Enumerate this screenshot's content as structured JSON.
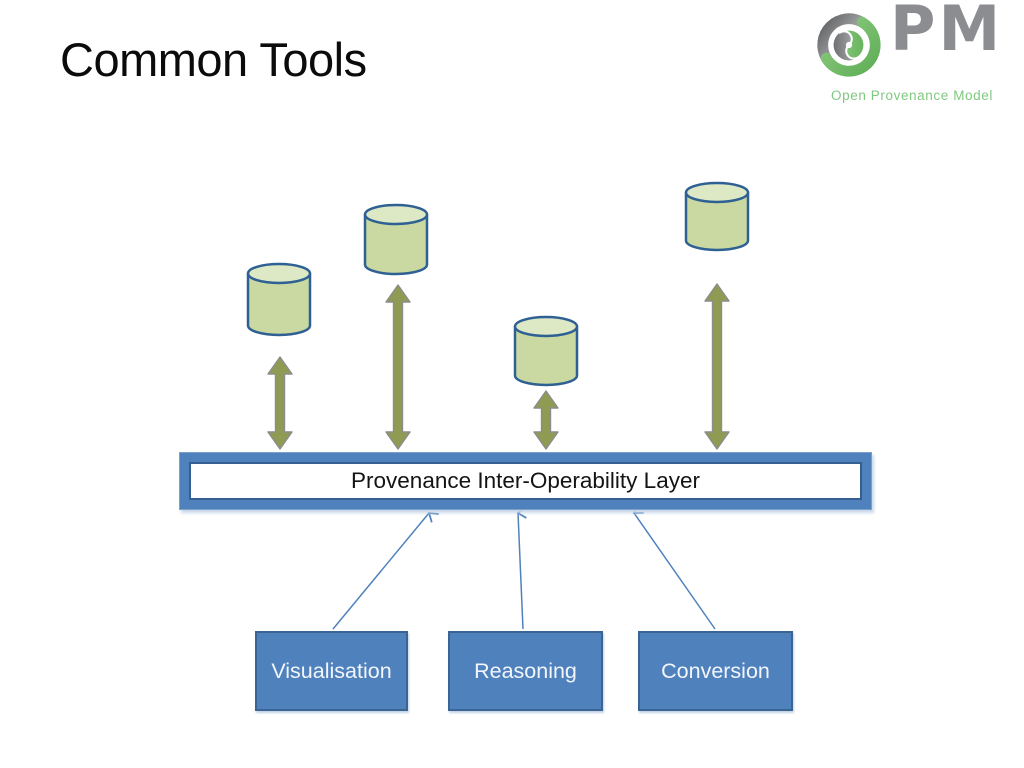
{
  "title": "Common Tools",
  "logo": {
    "acronym": "PM",
    "subtitle": "Open Provenance Model"
  },
  "layer": {
    "label": "Provenance Inter-Operability Layer"
  },
  "tools": [
    {
      "label": "Visualisation"
    },
    {
      "label": "Reasoning"
    },
    {
      "label": "Conversion"
    }
  ],
  "datastores": {
    "count": 4
  },
  "icons": {
    "datastore": "database-cylinder",
    "bidirectional_arrow": "double-headed-vertical-arrow",
    "connector": "thin-up-arrow-line",
    "logo_mark": "green-gray-spiral-swirl"
  },
  "colors": {
    "cylinder_fill": "#c9d9a1",
    "cylinder_top_fill": "#dde8c5",
    "cylinder_border": "#2e6093",
    "olive_arrow": "#8f9b52",
    "olive_arrow_outline": "#8c8c8c",
    "layer_frame": "#4f81bd",
    "layer_frame_dark": "#365f91",
    "box_fill": "#4f81bd",
    "box_border": "#3a6491",
    "box_text": "#ffffff",
    "connector_arrow": "#4f81bd",
    "title_text": "#000000",
    "logo_gray": "#8b8d90",
    "logo_green": "#7fc87f"
  }
}
